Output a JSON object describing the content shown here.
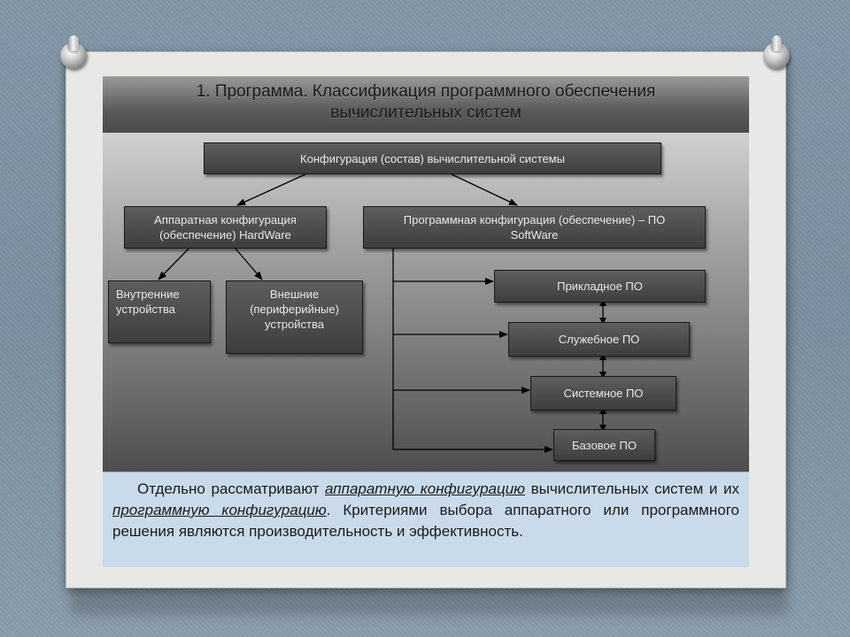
{
  "slide": {
    "title_line1": "1. Программа. Классификация программного обеспечения",
    "title_line2": "вычислительных систем"
  },
  "diagram": {
    "root": "Конфигурация (состав) вычислительной системы",
    "hardware": "Аппаратная конфигурация (обеспечение) HardWare",
    "software": "Программная конфигурация (обеспечение) – ПО SoftWare",
    "internal": "Внутренние устройства",
    "external": "Внешние (периферийные) устройства",
    "applied": "Прикладное ПО",
    "service": "Служебное ПО",
    "system": "Системное ПО",
    "base": "Базовое ПО"
  },
  "text": {
    "part1": "Отдельно рассматривают ",
    "em1": "аппаратную конфигурацию",
    "part2": " вычислительных систем и их ",
    "em2": "программную конфигурацию",
    "part3": ". Критериями выбора аппаратного или программного решения являются производительность и эффективность."
  },
  "colors": {
    "text_band": "#c9dbea",
    "box_fill": "#4a4a4a",
    "background": "#8297a8"
  }
}
